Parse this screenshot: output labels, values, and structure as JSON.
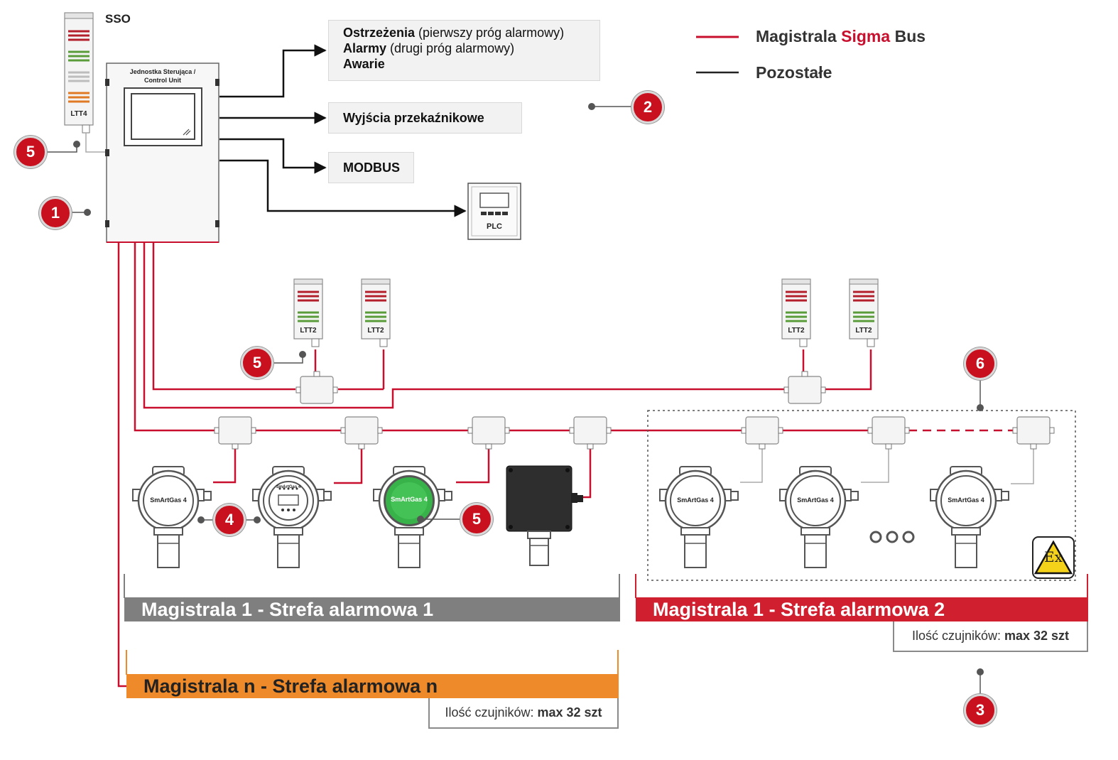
{
  "diagram": {
    "sso_label": "SSO",
    "control_unit_label": "Jednostka Sterująca /\nControl Unit",
    "ltt4_label": "LTT4",
    "ltt2_label": "LTT2",
    "plc_label": "PLC",
    "sensor_label": "SmArtGas 4",
    "ex_label": "Ex",
    "outputs": {
      "alarm_box": [
        {
          "bold": "Ostrzeżenia",
          "rest": " (pierwszy próg alarmowy)"
        },
        {
          "bold": "Alarmy",
          "rest": " (drugi próg alarmowy)"
        },
        {
          "bold": "Awarie",
          "rest": ""
        }
      ],
      "relay_label": "Wyjścia przekaźnikowe",
      "modbus_label": "MODBUS"
    },
    "legend": [
      {
        "prefix": "Magistrala ",
        "highlight": "Sigma",
        "suffix": " Bus",
        "line_color": "#c8102e"
      },
      {
        "prefix": "Pozostałe",
        "highlight": "",
        "suffix": "",
        "line_color": "#222222"
      }
    ],
    "badges": {
      "b1": "1",
      "b2": "2",
      "b3": "3",
      "b4": "4",
      "b5a": "5",
      "b5b": "5",
      "b5c": "5",
      "b6": "6"
    },
    "zones": {
      "zone1": "Magistrala 1 - Strefa alarmowa 1",
      "zone2": "Magistrala 1 - Strefa alarmowa 2",
      "zonen": "Magistrala n - Strefa alarmowa n"
    },
    "count_boxes": [
      {
        "prefix": "Ilość czujników: ",
        "bold": "max 32 szt"
      },
      {
        "prefix": "Ilość czujników: ",
        "bold": "max 32 szt"
      }
    ],
    "colors": {
      "sigma_bus": "#c8102e",
      "other": "#222222",
      "zone1": "#7f7f7f",
      "zone2": "#d01f2f",
      "zonen": "#ee8a2a",
      "badge": "#c8101e",
      "green_sensor": "#37b34a",
      "ex_yellow": "#f5d21a"
    }
  }
}
